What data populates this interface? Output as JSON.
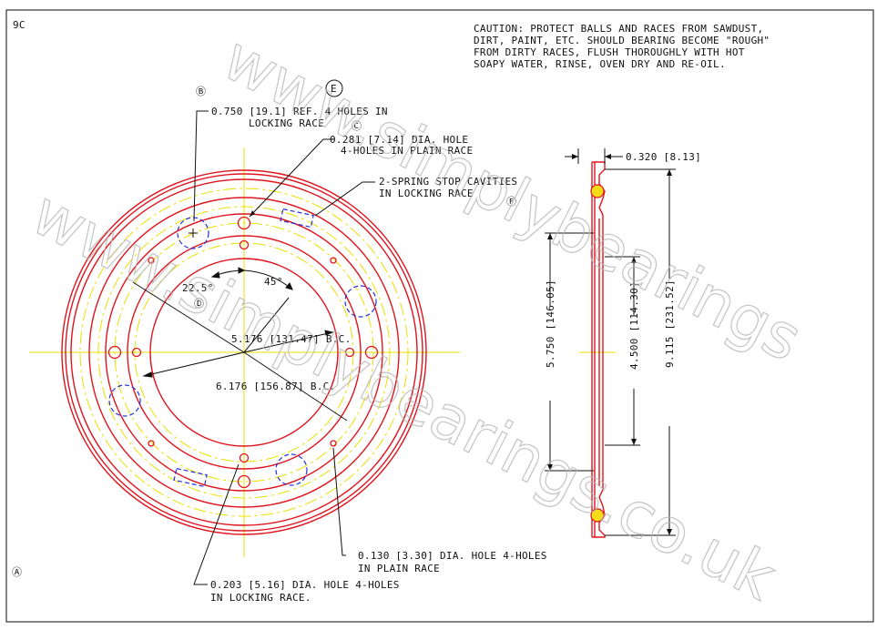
{
  "sheet": {
    "id": "9C",
    "corner_mark": "Ⓐ"
  },
  "caution": [
    "CAUTION: PROTECT BALLS AND RACES FROM SAWDUST,",
    "DIRT, PAINT, ETC. SHOULD BEARING BECOME \"ROUGH\"",
    "FROM DIRTY RACES, FLUSH THOROUGHLY WITH HOT",
    "SOAPY WATER, RINSE, OVEN DRY AND RE-OIL."
  ],
  "marks": {
    "b": "Ⓑ",
    "c": "Ⓒ",
    "d": "Ⓓ",
    "e": "E",
    "f": "Ⓕ"
  },
  "callouts": {
    "ref_holes": [
      "0.750 [19.1] REF. 4 HOLES IN",
      "LOCKING RACE"
    ],
    "plain_dia_hole": [
      "0.281 [7.14] DIA. HOLE",
      "4-HOLES IN PLAIN RACE"
    ],
    "spring_stop": [
      "2-SPRING STOP CAVITIES",
      "IN LOCKING RACE"
    ],
    "small_holes": [
      "0.130 [3.30] DIA. HOLE 4-HOLES",
      "IN PLAIN RACE"
    ],
    "locking_holes": [
      "0.203 [5.16] DIA. HOLE 4-HOLES",
      "IN LOCKING RACE."
    ]
  },
  "angles": {
    "a1": "22.5°",
    "a2": "45°"
  },
  "bolt_circles": {
    "inner": "5.176 [131.47] B.C.",
    "outer": "6.176 [156.87] B.C."
  },
  "section_dims": {
    "thickness": "0.320 [8.13]",
    "d1": "5.750 [146.05]",
    "d2": "4.500 [114.30]",
    "d3": "9.115 [231.52]"
  },
  "watermark": [
    "www.simplybearings",
    "www.simplybearings.co.uk"
  ],
  "colors": {
    "race": "#e0141e",
    "center": "#e8e000",
    "cavity": "#2330d8",
    "ink": "#111111",
    "frame": "#333333"
  }
}
